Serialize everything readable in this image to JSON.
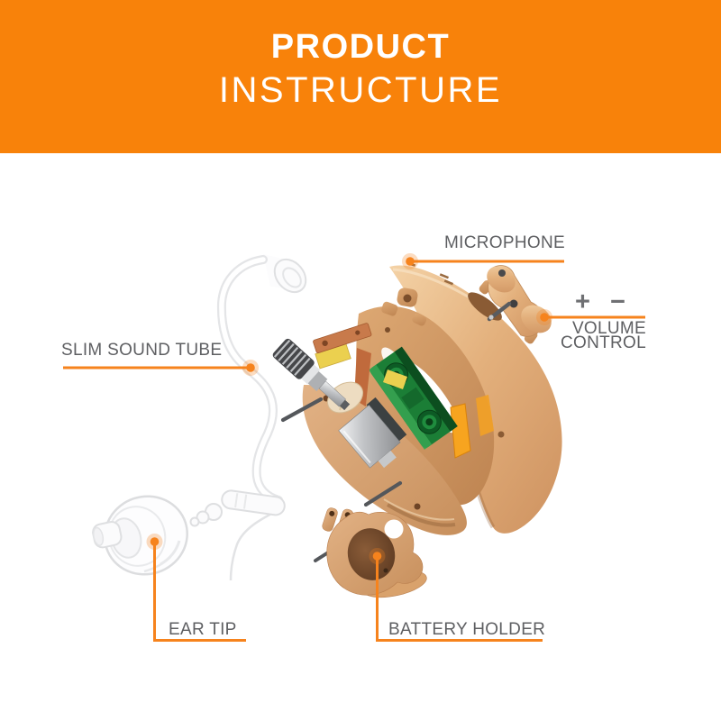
{
  "banner": {
    "line1": "PRODUCT",
    "line2": "INSTRUCTURE"
  },
  "callouts": {
    "microphone": {
      "label": "MICROPHONE"
    },
    "volume_control": {
      "plus": "+",
      "minus": "−",
      "label_line1": "VOLUME",
      "label_line2": "CONTROL"
    },
    "slim_sound_tube": {
      "label": "SLIM SOUND TUBE"
    },
    "ear_tip": {
      "label": "EAR TIP"
    },
    "battery_holder": {
      "label": "BATTERY HOLDER"
    }
  },
  "colors": {
    "banner_bg": "#F8820A",
    "banner_text": "#FFFFFF",
    "accent_line": "#F6831D",
    "label_text": "#5E5F62",
    "shell_tan": "#E3B07C",
    "frame_tan": "#C98F5C",
    "pcb_green": "#1B7E36",
    "copper": "#C87A4B",
    "pad_yellow": "#EBD04F",
    "metal_silver": "#C2C4C7",
    "bowl_brown": "#6B432A"
  },
  "diagram_parts": [
    "outer-shell",
    "volume-rocker",
    "middle-frame",
    "circuit-board",
    "copper-flex",
    "inner-chassis",
    "receiver-unit",
    "screw-connector",
    "battery-holder-cup",
    "slim-sound-tube",
    "tube-connector",
    "ear-tip-dome"
  ]
}
